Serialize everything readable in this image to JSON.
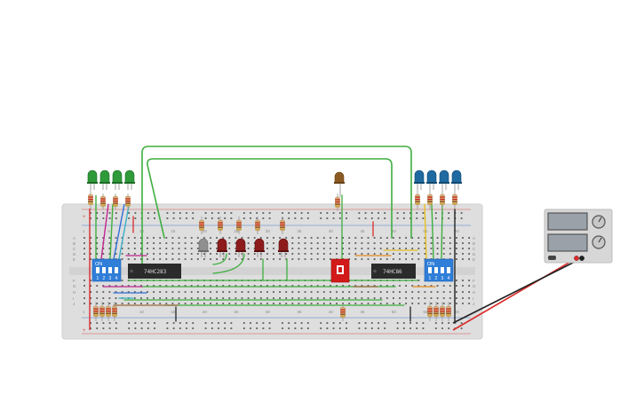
{
  "chips": {
    "left_label": "74HC283",
    "right_label": "74HC86"
  },
  "dip_switches": {
    "on_label": "ON",
    "position_labels": [
      "1",
      "2",
      "3",
      "4"
    ]
  },
  "breadboard": {
    "row_letters_top": [
      "A",
      "B",
      "C",
      "D",
      "E"
    ],
    "row_letters_bottom": [
      "F",
      "G",
      "H",
      "I",
      "J"
    ],
    "column_numbers": [
      "1",
      "5",
      "10",
      "15",
      "20",
      "25",
      "30",
      "35",
      "40",
      "45",
      "50",
      "55",
      "60"
    ],
    "rail_plus": "+",
    "rail_minus": "−"
  },
  "colors": {
    "breadboard": "#dcdcdc",
    "breadboard_edge": "#cfcfcf",
    "hole": "#5a5a5a",
    "rail_red": "#d9534f",
    "rail_blue": "#4a7bd0",
    "wire_green": "#3fae3f",
    "wire_red": "#d92b2b",
    "wire_black": "#222222",
    "wire_blue": "#2f6ed8",
    "wire_yellow": "#e5c020",
    "wire_magenta": "#c0258f",
    "wire_orange": "#e28a20",
    "wire_brown": "#9a6a3a",
    "wire_cyan": "#3ab0c8",
    "led_green": "#2f9a3a",
    "led_blue": "#1f6aa0",
    "led_red": "#8e1b1b",
    "led_grey": "#8f8f8f",
    "led_brown": "#8a5a22",
    "chip_body": "#2b2b2b",
    "dip_body": "#2f7ed8",
    "pushbutton": "#d21a1a",
    "psu_body": "#d7d7d7"
  }
}
